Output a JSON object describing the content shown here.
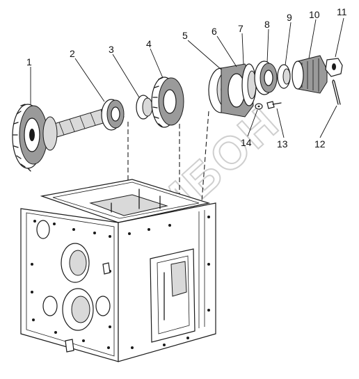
{
  "diagram": {
    "callouts": [
      {
        "id": 1,
        "label": "1"
      },
      {
        "id": 2,
        "label": "2"
      },
      {
        "id": 3,
        "label": "3"
      },
      {
        "id": 4,
        "label": "4"
      },
      {
        "id": 5,
        "label": "5"
      },
      {
        "id": 6,
        "label": "6"
      },
      {
        "id": 7,
        "label": "7"
      },
      {
        "id": 8,
        "label": "8"
      },
      {
        "id": 9,
        "label": "9"
      },
      {
        "id": 10,
        "label": "10"
      },
      {
        "id": 11,
        "label": "11"
      },
      {
        "id": 12,
        "label": "12"
      },
      {
        "id": 13,
        "label": "13"
      },
      {
        "id": 14,
        "label": "14"
      }
    ],
    "watermark": "ОЗМБОН",
    "colors": {
      "ink": "#1a1a1a",
      "watermark": "#cfcfcf",
      "background": "#ffffff"
    }
  }
}
